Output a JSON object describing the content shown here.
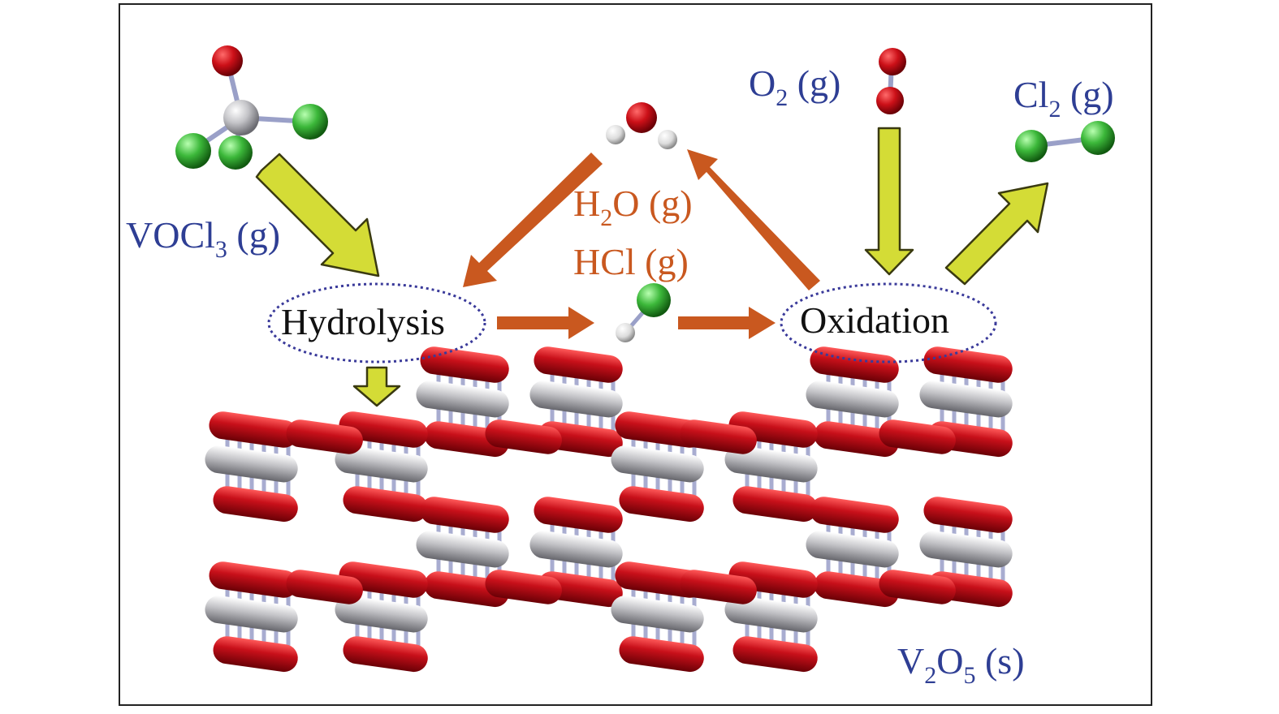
{
  "labels": {
    "vocl3": {
      "main": "VOCl",
      "sub": "3",
      "tail": " (g)"
    },
    "o2": {
      "main": "O",
      "sub": "2",
      "tail": " (g)"
    },
    "cl2": {
      "main": "Cl",
      "sub": "2",
      "tail": " (g)"
    },
    "h2o": {
      "main": "H",
      "sub": "2",
      "tail": "O (g)"
    },
    "hcl": "HCl (g)",
    "hydrolysis": "Hydrolysis",
    "oxidation": "Oxidation",
    "v2o5": {
      "a": "V",
      "sub1": "2",
      "b": "O",
      "sub2": "5",
      "tail": " (s)"
    }
  },
  "colors": {
    "blue_text": "#2e3e94",
    "orange": "#c9581f",
    "yellow_arrow": "#d4dc36",
    "oxygen": "#c8141c",
    "vanadium": "#c8c8cc",
    "chlorine": "#3cb83a",
    "hydrogen": "#e8e8e8"
  }
}
